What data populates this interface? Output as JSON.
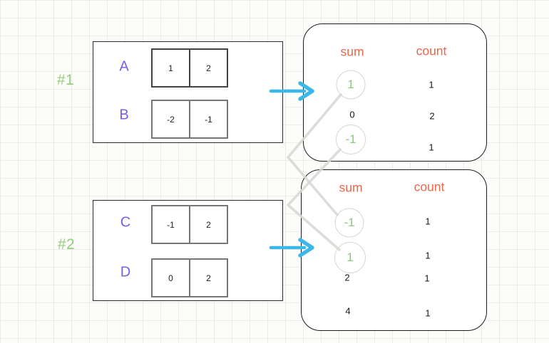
{
  "colors": {
    "purple": "#7c5ce8",
    "green_label": "#92cf7c",
    "green_value": "#8cc87c",
    "coral": "#e8684a",
    "cyan_arrow": "#3bb8e8",
    "connector_gray": "#d8d8d4",
    "ring_gray": "#d6d5d0"
  },
  "groups": [
    {
      "id": "#1",
      "rows": [
        {
          "label": "A",
          "cells": [
            "1",
            "2"
          ]
        },
        {
          "label": "B",
          "cells": [
            "-2",
            "-1"
          ]
        }
      ]
    },
    {
      "id": "#2",
      "rows": [
        {
          "label": "C",
          "cells": [
            "-1",
            "2"
          ]
        },
        {
          "label": "D",
          "cells": [
            "0",
            "2"
          ]
        }
      ]
    }
  ],
  "tables": [
    {
      "headers": {
        "sum": "sum",
        "count": "count"
      },
      "rows": [
        {
          "sum": "1",
          "count": "1",
          "highlighted": true
        },
        {
          "sum": "0",
          "count": "2",
          "highlighted": false
        },
        {
          "sum": "-1",
          "count": "1",
          "highlighted": true
        }
      ]
    },
    {
      "headers": {
        "sum": "sum",
        "count": "count"
      },
      "rows": [
        {
          "sum": "-1",
          "count": "1",
          "highlighted": true
        },
        {
          "sum": "1",
          "count": "1",
          "highlighted": true
        },
        {
          "sum": "2",
          "count": "1",
          "highlighted": false
        },
        {
          "sum": "4",
          "count": "1",
          "highlighted": false
        }
      ]
    }
  ],
  "connections": [
    {
      "from": "table1.sum.1",
      "to": "table2.sum.-1"
    },
    {
      "from": "table1.sum.-1",
      "to": "table2.sum.1"
    }
  ]
}
